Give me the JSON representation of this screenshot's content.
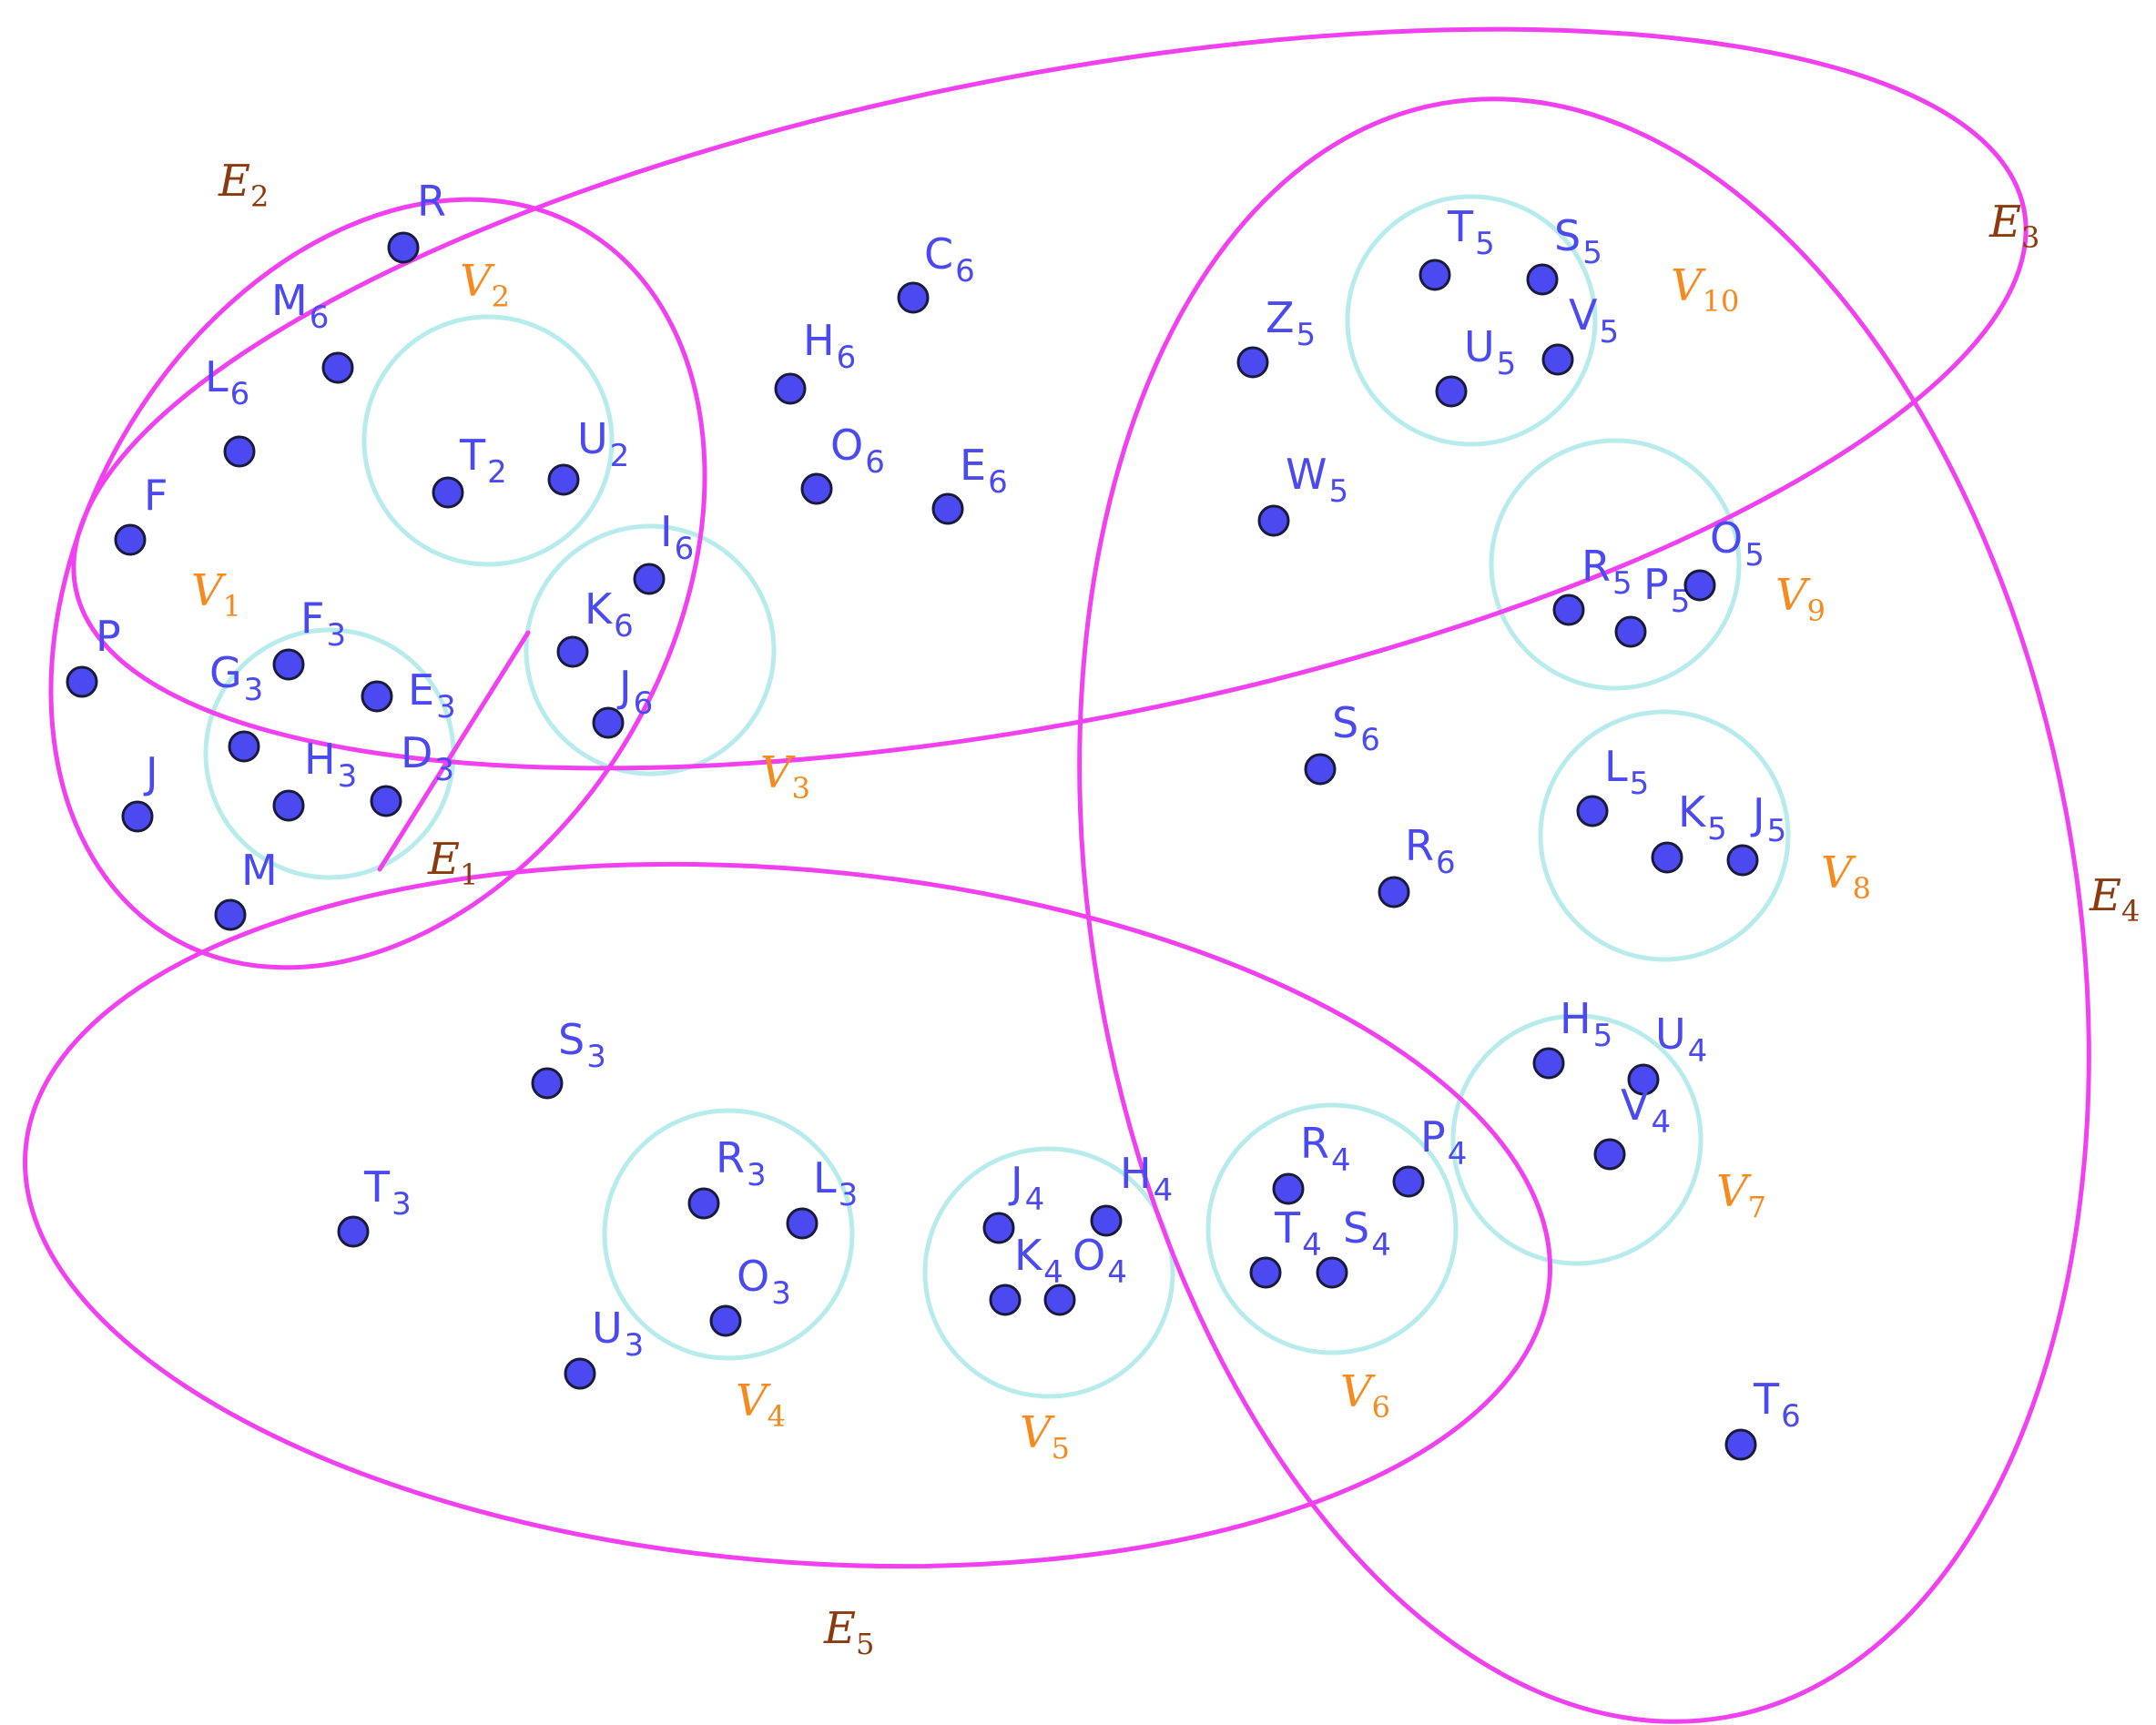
{
  "colors": {
    "point_fill": "#4a4af0",
    "point_stroke": "#1a1a3a",
    "point_label": "#4a4af0",
    "hyperedge": "#f040f0",
    "vertex_group": "#b8ecec",
    "hyperedge_label": "#8b3a0e",
    "vertex_label": "#f58a1f"
  },
  "points": [
    {
      "base": "R",
      "sub": ""
    },
    {
      "base": "M",
      "sub": "6"
    },
    {
      "base": "L",
      "sub": "6"
    },
    {
      "base": "F",
      "sub": ""
    },
    {
      "base": "T",
      "sub": "2"
    },
    {
      "base": "U",
      "sub": "2"
    },
    {
      "base": "I",
      "sub": "6"
    },
    {
      "base": "K",
      "sub": "6"
    },
    {
      "base": "J",
      "sub": "6"
    },
    {
      "base": "P",
      "sub": ""
    },
    {
      "base": "F",
      "sub": "3"
    },
    {
      "base": "G",
      "sub": "3"
    },
    {
      "base": "E",
      "sub": "3"
    },
    {
      "base": "H",
      "sub": "3"
    },
    {
      "base": "D",
      "sub": "3"
    },
    {
      "base": "J",
      "sub": ""
    },
    {
      "base": "M",
      "sub": ""
    },
    {
      "base": "C",
      "sub": "6"
    },
    {
      "base": "H",
      "sub": "6"
    },
    {
      "base": "O",
      "sub": "6"
    },
    {
      "base": "E",
      "sub": "6"
    },
    {
      "base": "Z",
      "sub": "5"
    },
    {
      "base": "W",
      "sub": "5"
    },
    {
      "base": "T",
      "sub": "5"
    },
    {
      "base": "S",
      "sub": "5"
    },
    {
      "base": "V",
      "sub": "5"
    },
    {
      "base": "U",
      "sub": "5"
    },
    {
      "base": "R",
      "sub": "5"
    },
    {
      "base": "P",
      "sub": "5"
    },
    {
      "base": "O",
      "sub": "5"
    },
    {
      "base": "S",
      "sub": "6"
    },
    {
      "base": "R",
      "sub": "6"
    },
    {
      "base": "L",
      "sub": "5"
    },
    {
      "base": "K",
      "sub": "5"
    },
    {
      "base": "J",
      "sub": "5"
    },
    {
      "base": "H",
      "sub": "5"
    },
    {
      "base": "U",
      "sub": "4"
    },
    {
      "base": "V",
      "sub": "4"
    },
    {
      "base": "S",
      "sub": "3"
    },
    {
      "base": "T",
      "sub": "3"
    },
    {
      "base": "U",
      "sub": "3"
    },
    {
      "base": "R",
      "sub": "3"
    },
    {
      "base": "L",
      "sub": "3"
    },
    {
      "base": "O",
      "sub": "3"
    },
    {
      "base": "J",
      "sub": "4"
    },
    {
      "base": "H",
      "sub": "4"
    },
    {
      "base": "K",
      "sub": "4"
    },
    {
      "base": "O",
      "sub": "4"
    },
    {
      "base": "R",
      "sub": "4"
    },
    {
      "base": "P",
      "sub": "4"
    },
    {
      "base": "T",
      "sub": "4"
    },
    {
      "base": "S",
      "sub": "4"
    },
    {
      "base": "T",
      "sub": "6"
    }
  ],
  "vertex_groups": [
    {
      "base": "V",
      "sub": "1"
    },
    {
      "base": "V",
      "sub": "2"
    },
    {
      "base": "V",
      "sub": "3"
    },
    {
      "base": "V",
      "sub": "4"
    },
    {
      "base": "V",
      "sub": "5"
    },
    {
      "base": "V",
      "sub": "6"
    },
    {
      "base": "V",
      "sub": "7"
    },
    {
      "base": "V",
      "sub": "8"
    },
    {
      "base": "V",
      "sub": "9"
    },
    {
      "base": "V",
      "sub": "10"
    }
  ],
  "hyperedges": [
    {
      "base": "E",
      "sub": "1"
    },
    {
      "base": "E",
      "sub": "2"
    },
    {
      "base": "E",
      "sub": "3"
    },
    {
      "base": "E",
      "sub": "4"
    },
    {
      "base": "E",
      "sub": "5"
    }
  ]
}
